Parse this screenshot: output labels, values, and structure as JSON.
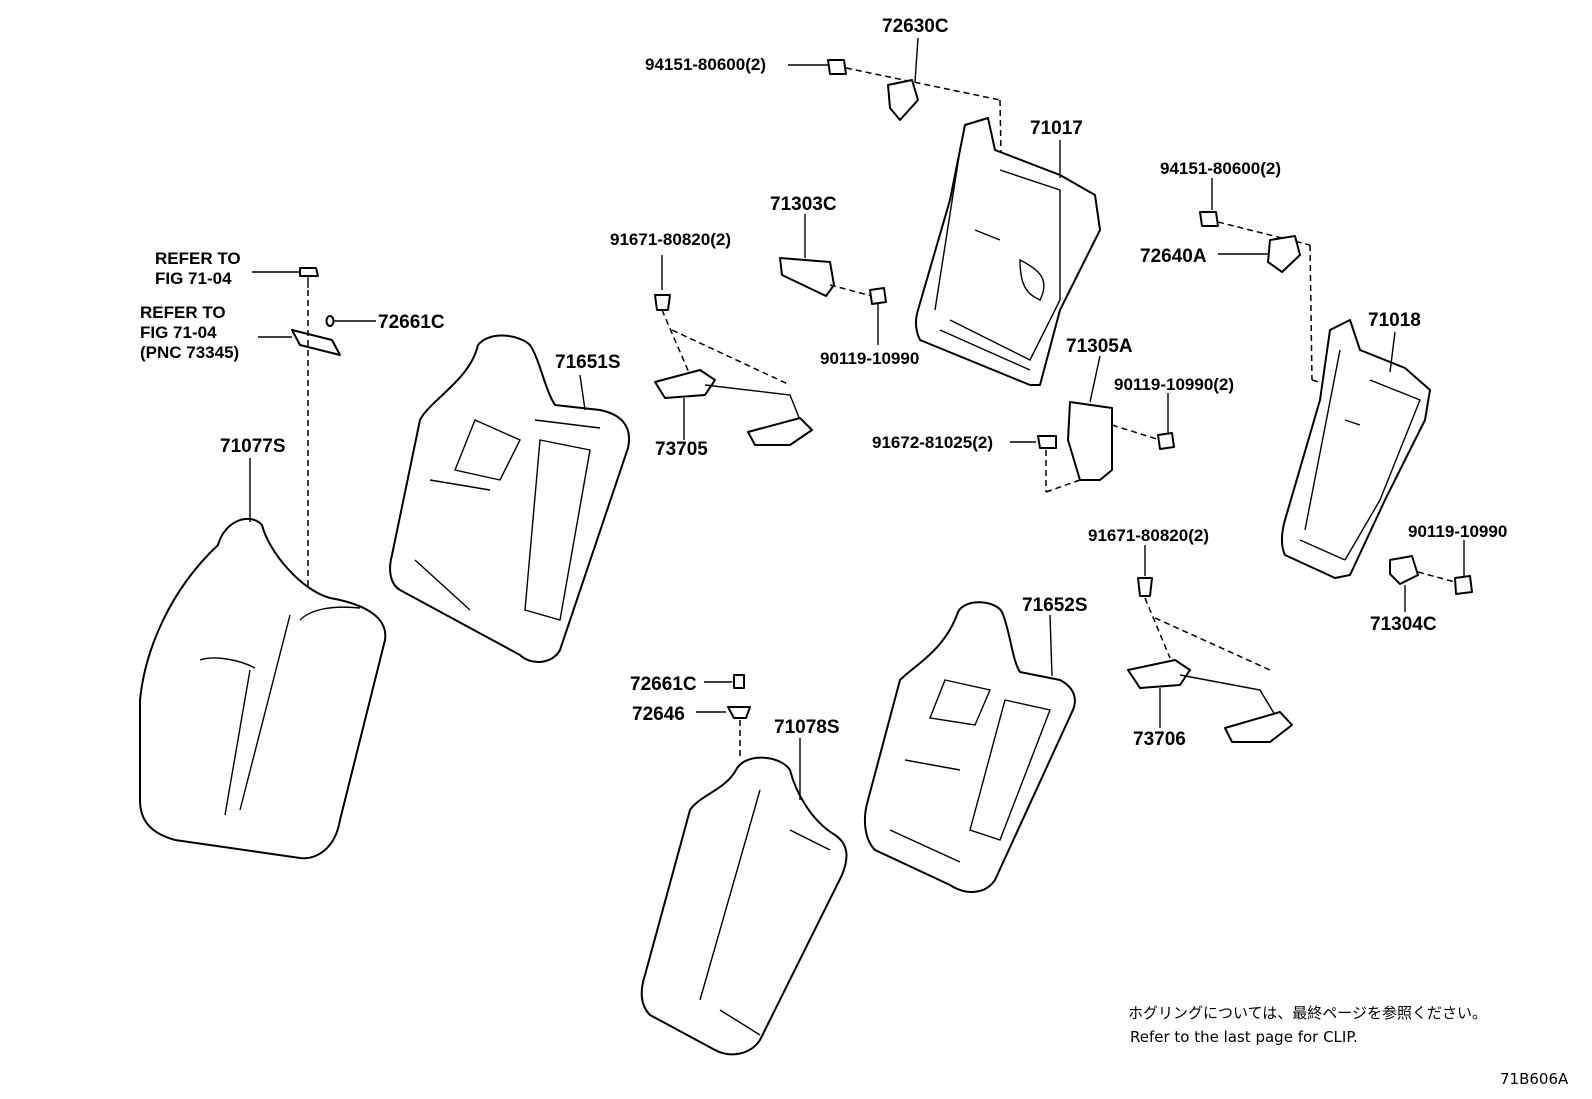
{
  "diagram_id": "71B606A",
  "labels": {
    "p72630C": "72630C",
    "p94151_top": "94151-80600(2)",
    "p71017": "71017",
    "p71303C": "71303C",
    "p91671_a": "91671-80820(2)",
    "p90119_a": "90119-10990",
    "p73705": "73705",
    "p71651S": "71651S",
    "p72661C_a": "72661C",
    "refer1_l1": "REFER TO",
    "refer1_l2": "FIG 71-04",
    "refer2_l1": "REFER TO",
    "refer2_l2": "FIG 71-04",
    "refer2_l3": "(PNC 73345)",
    "p71077S": "71077S",
    "p94151_right": "94151-80600(2)",
    "p72640A": "72640A",
    "p71018": "71018",
    "p71305A": "71305A",
    "p90119_b": "90119-10990(2)",
    "p91672": "91672-81025(2)",
    "p91671_b": "91671-80820(2)",
    "p90119_c": "90119-10990",
    "p71304C": "71304C",
    "p71652S": "71652S",
    "p73706": "73706",
    "p72661C_b": "72661C",
    "p72646": "72646",
    "p71078S": "71078S"
  },
  "notes": {
    "jp": "ホグリングについては、最終ページを参照ください。",
    "en": "Refer to the last page for CLIP."
  }
}
